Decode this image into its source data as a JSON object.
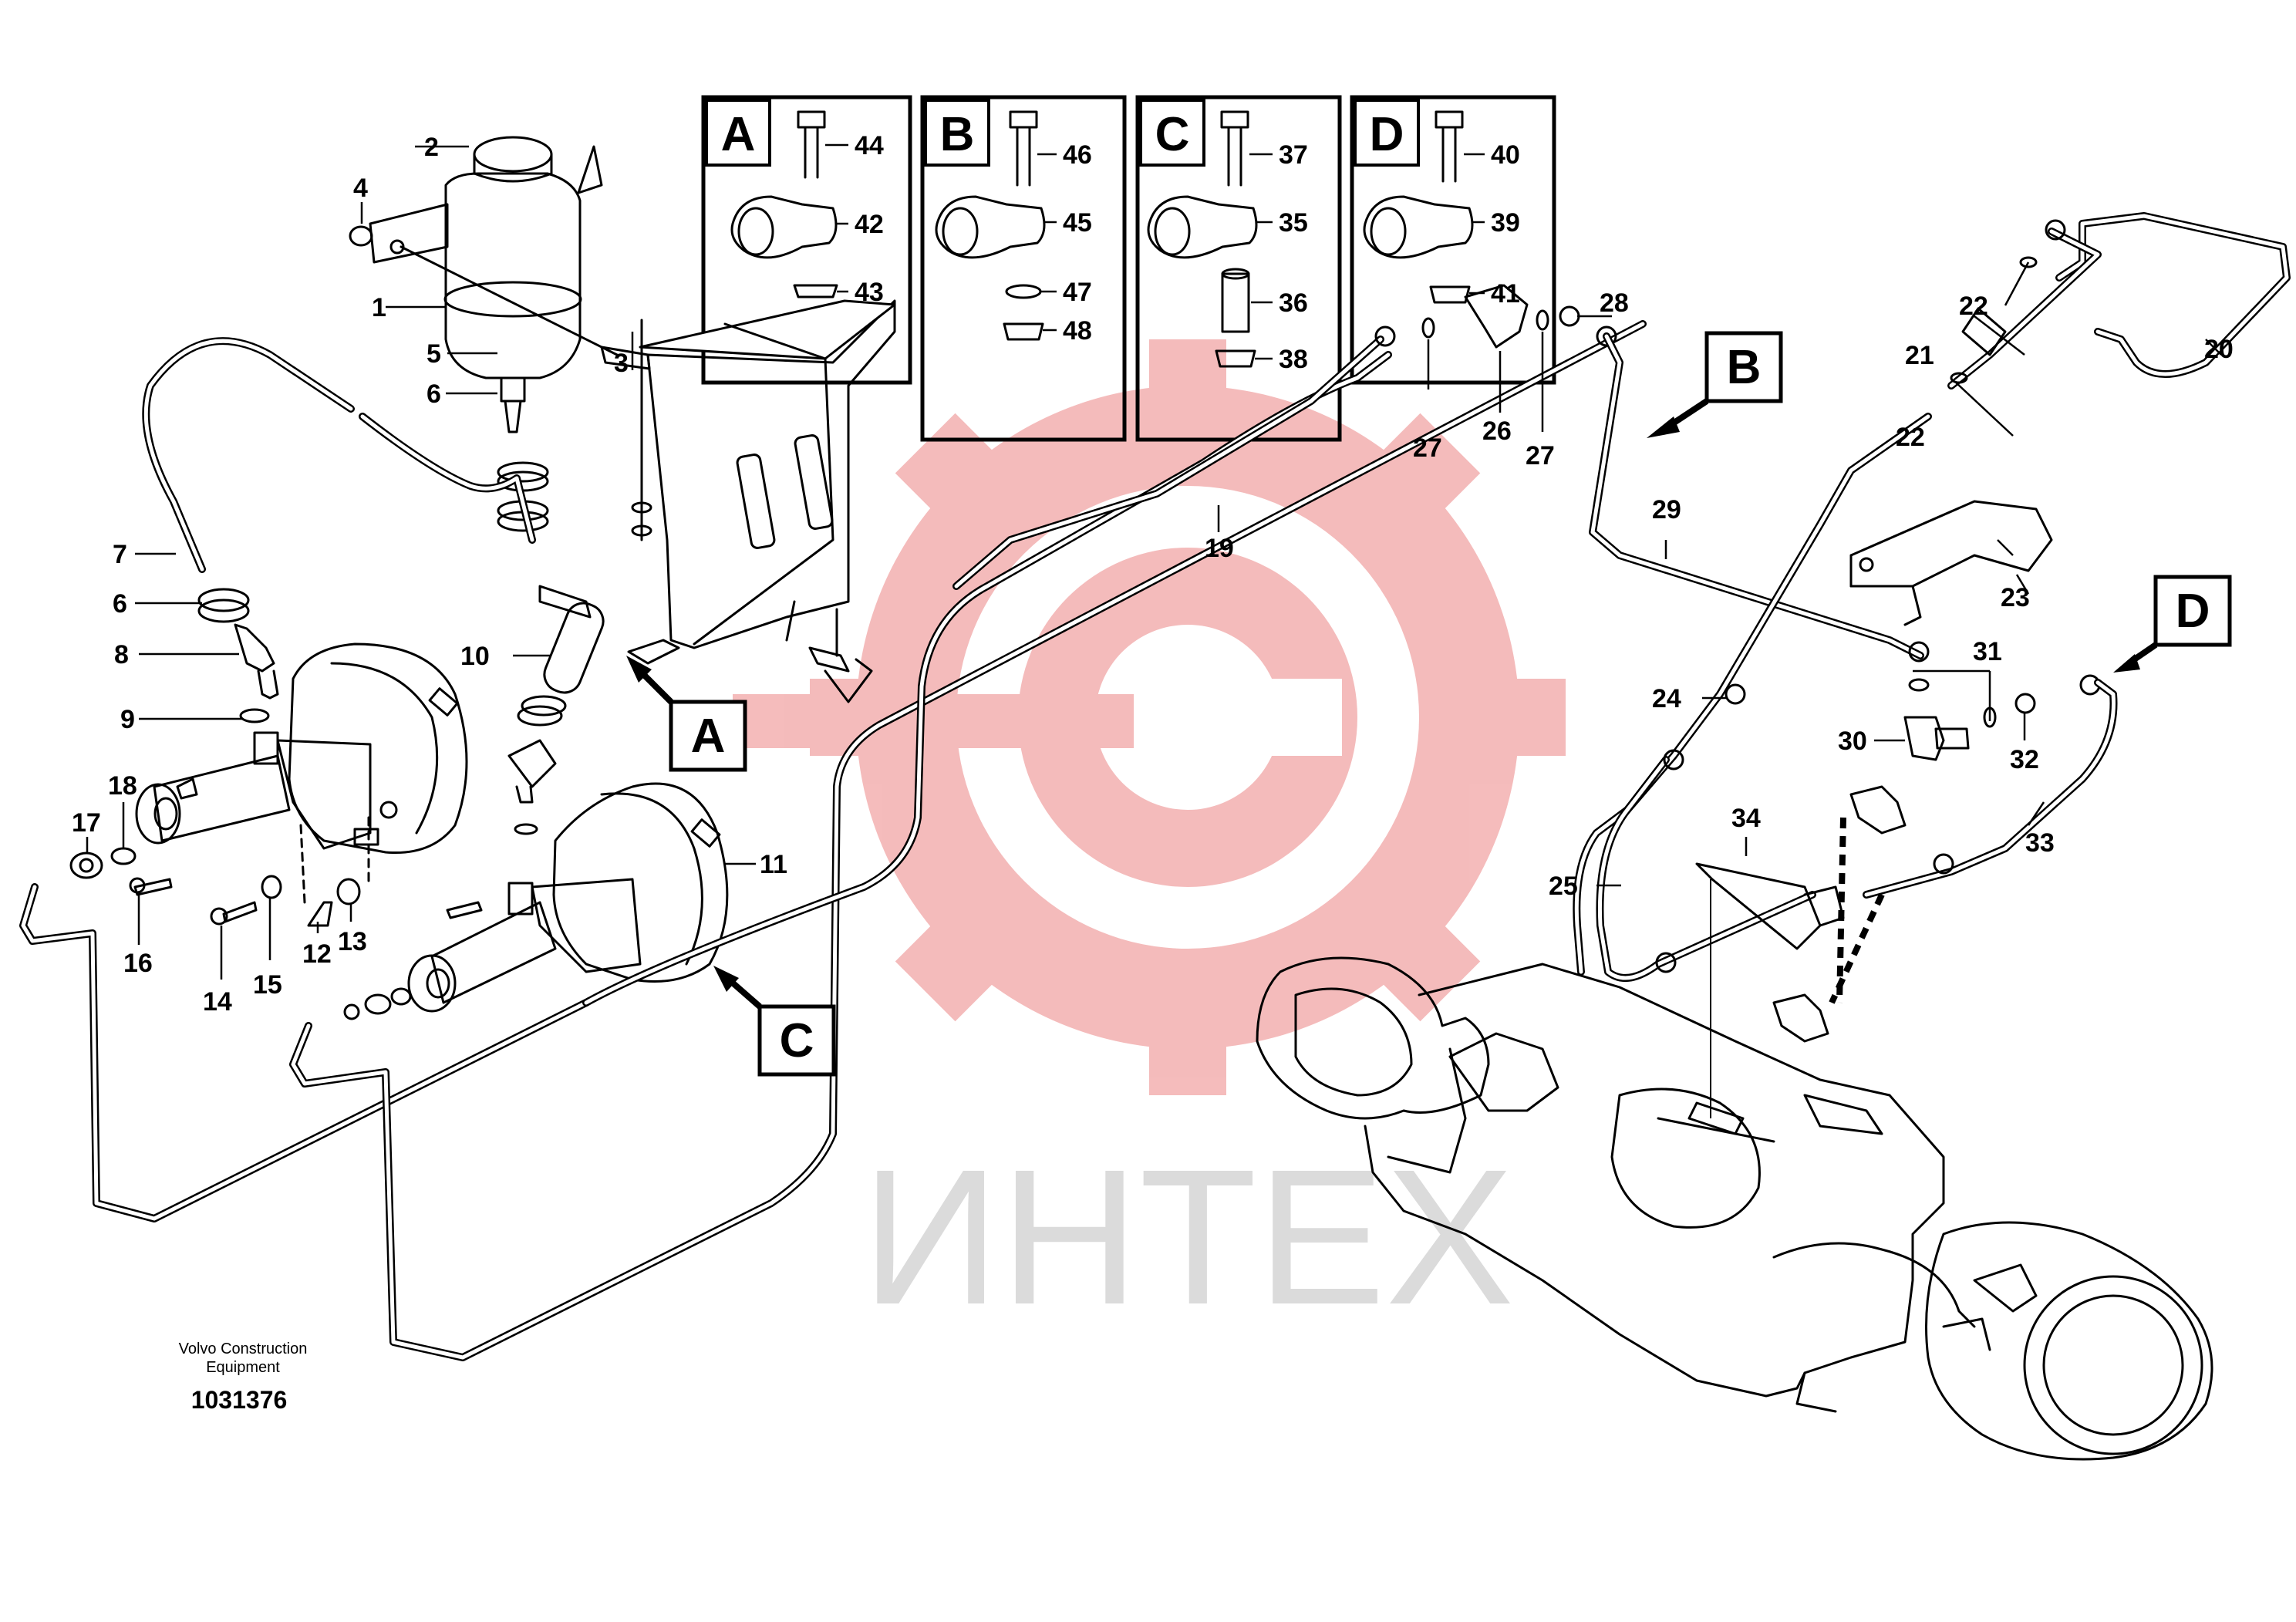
{
  "watermark": {
    "text": "ИНТЕХ",
    "gear_color": "#f3b0b0",
    "text_color": "#d8d8d8"
  },
  "detail_boxes": [
    {
      "letter": "A",
      "labels": [
        "44",
        "42",
        "43"
      ]
    },
    {
      "letter": "B",
      "labels": [
        "46",
        "45",
        "47",
        "48"
      ]
    },
    {
      "letter": "C",
      "labels": [
        "37",
        "35",
        "36",
        "38"
      ]
    },
    {
      "letter": "D",
      "labels": [
        "40",
        "39",
        "41"
      ]
    }
  ],
  "view_markers": [
    "A",
    "B",
    "C",
    "D"
  ],
  "part_labels": {
    "p1": "1",
    "p2": "2",
    "p3": "3",
    "p4": "4",
    "p5": "5",
    "p6a": "6",
    "p6b": "6",
    "p7": "7",
    "p8": "8",
    "p9": "9",
    "p10": "10",
    "p11": "11",
    "p12": "12",
    "p13": "13",
    "p14": "14",
    "p15": "15",
    "p16": "16",
    "p17": "17",
    "p18": "18",
    "p19": "19",
    "p20": "20",
    "p21": "21",
    "p22a": "22",
    "p22b": "22",
    "p23": "23",
    "p24": "24",
    "p25": "25",
    "p26": "26",
    "p27a": "27",
    "p27b": "27",
    "p28": "28",
    "p29": "29",
    "p30": "30",
    "p31": "31",
    "p32": "32",
    "p33": "33",
    "p34": "34"
  },
  "footer": {
    "company_line1": "Volvo Construction",
    "company_line2": "Equipment",
    "drawing_number": "1031376"
  }
}
